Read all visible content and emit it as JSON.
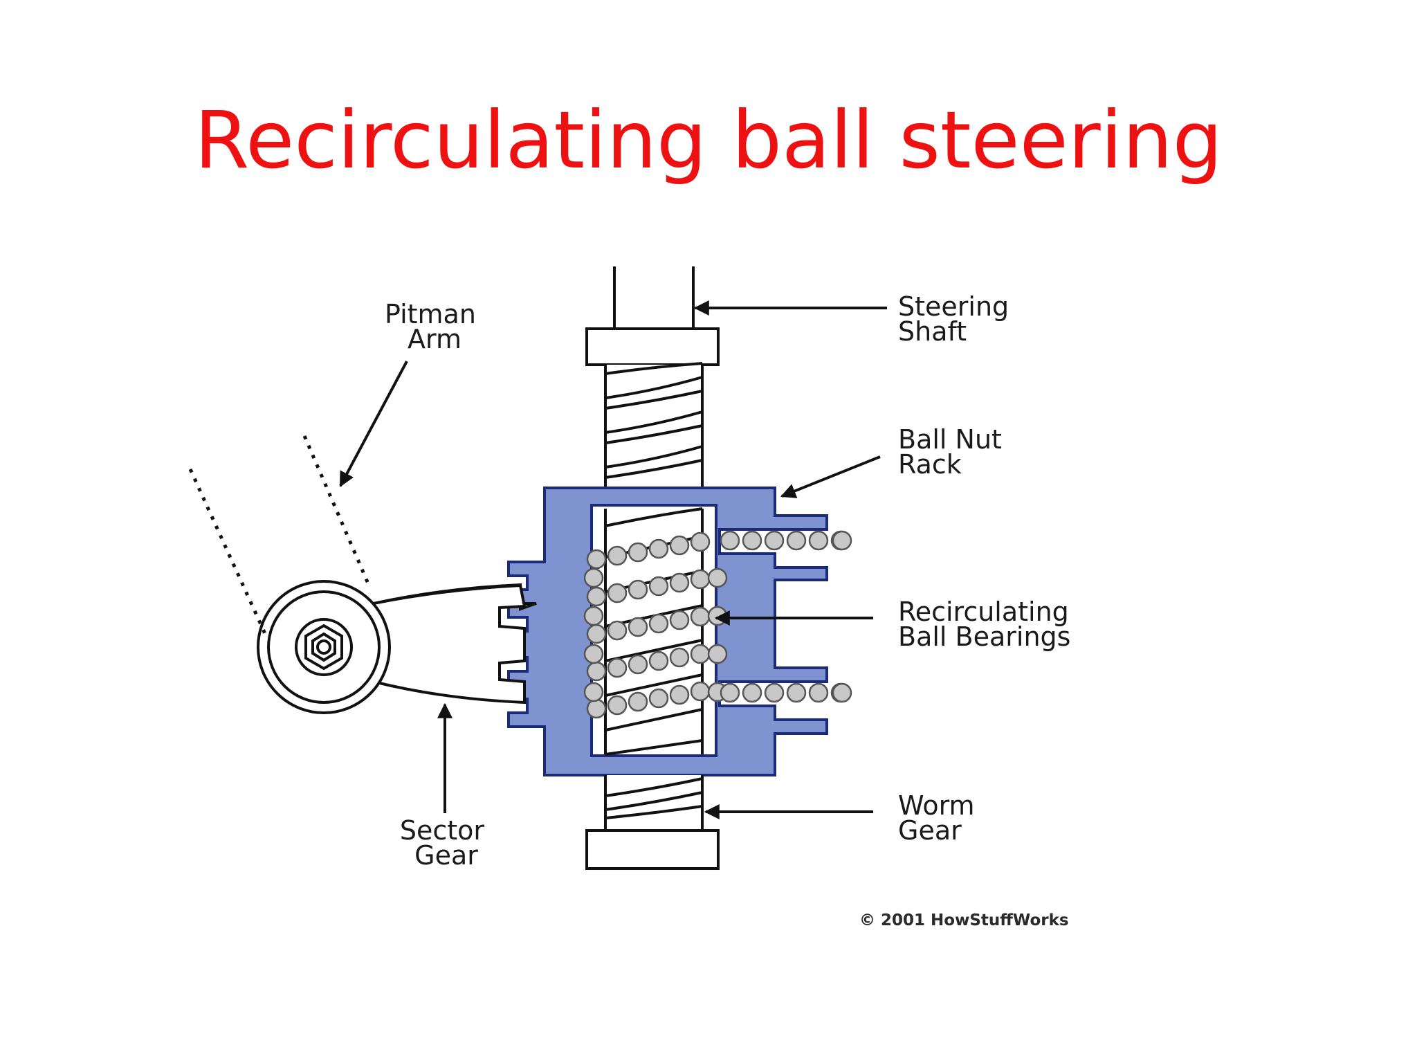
{
  "slide": {
    "title": "Recirculating ball steering",
    "title_color": "#ee1111"
  },
  "diagram": {
    "nut_color": "#7f93d0",
    "ball_color": "#c8c8c8",
    "labels": {
      "pitman_arm": [
        "Pitman",
        "Arm"
      ],
      "steering_shaft": [
        "Steering",
        "Shaft"
      ],
      "ball_nut_rack": [
        "Ball Nut",
        "Rack"
      ],
      "recirculating_ball_bearings": [
        "Recirculating",
        "Ball Bearings"
      ],
      "sector_gear": [
        "Sector",
        "Gear"
      ],
      "worm_gear": [
        "Worm",
        "Gear"
      ]
    },
    "copyright": "© 2001 HowStuffWorks"
  }
}
